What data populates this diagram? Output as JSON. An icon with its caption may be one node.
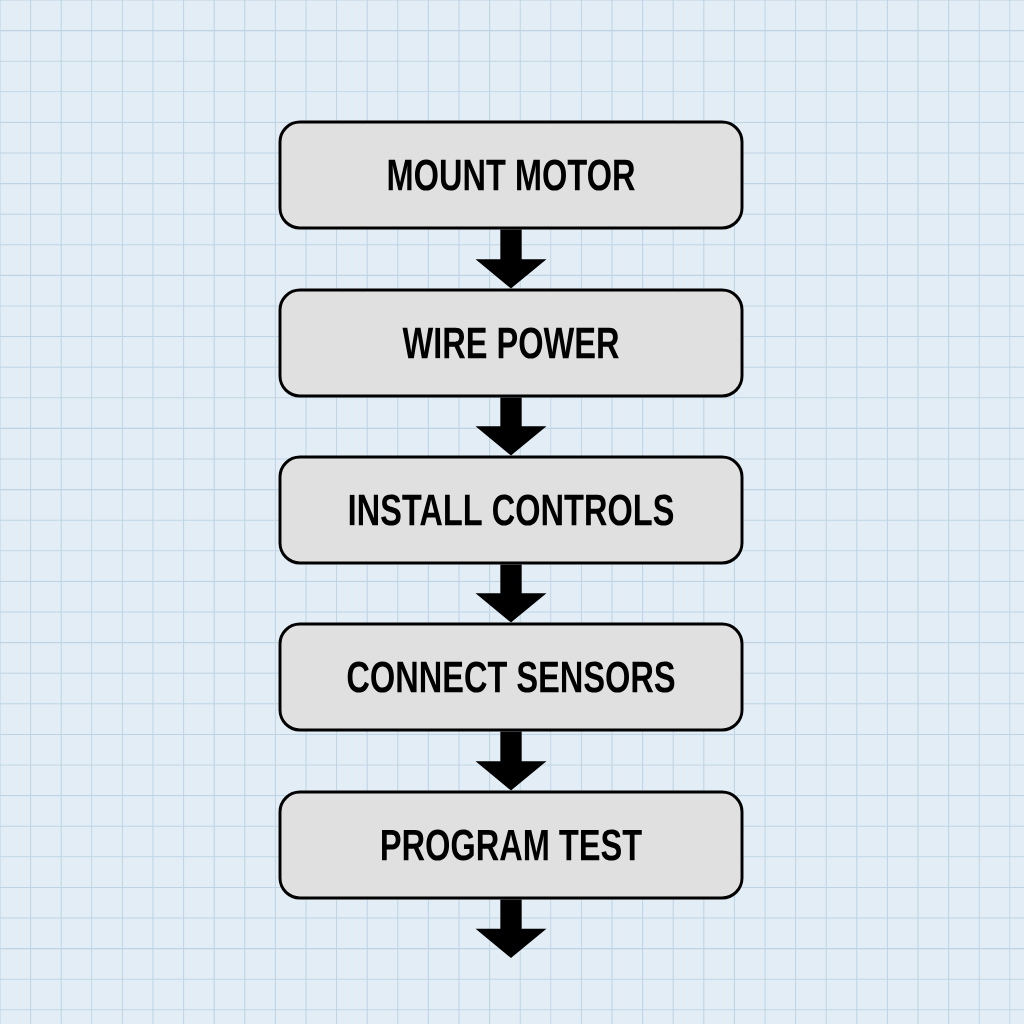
{
  "diagram": {
    "nodes": [
      {
        "text": [
          "MOUNT MOTOR"
        ]
      },
      {
        "text": [
          "WIRE POWER"
        ]
      },
      {
        "text": [
          "INSTALL CONTROLS"
        ]
      },
      {
        "text": [
          "CONNECT SENSORS"
        ]
      },
      {
        "text": [
          "PROGRAM TEST"
        ]
      }
    ],
    "edges": [
      {
        "from": 0,
        "to": 1,
        "arrow": "to"
      },
      {
        "from": 1,
        "to": 2,
        "arrow": "to"
      },
      {
        "from": 2,
        "to": 3,
        "arrow": "to"
      },
      {
        "from": 3,
        "to": 4,
        "arrow": "to"
      },
      {
        "from": 4,
        "to": null,
        "arrow": "to"
      }
    ]
  }
}
